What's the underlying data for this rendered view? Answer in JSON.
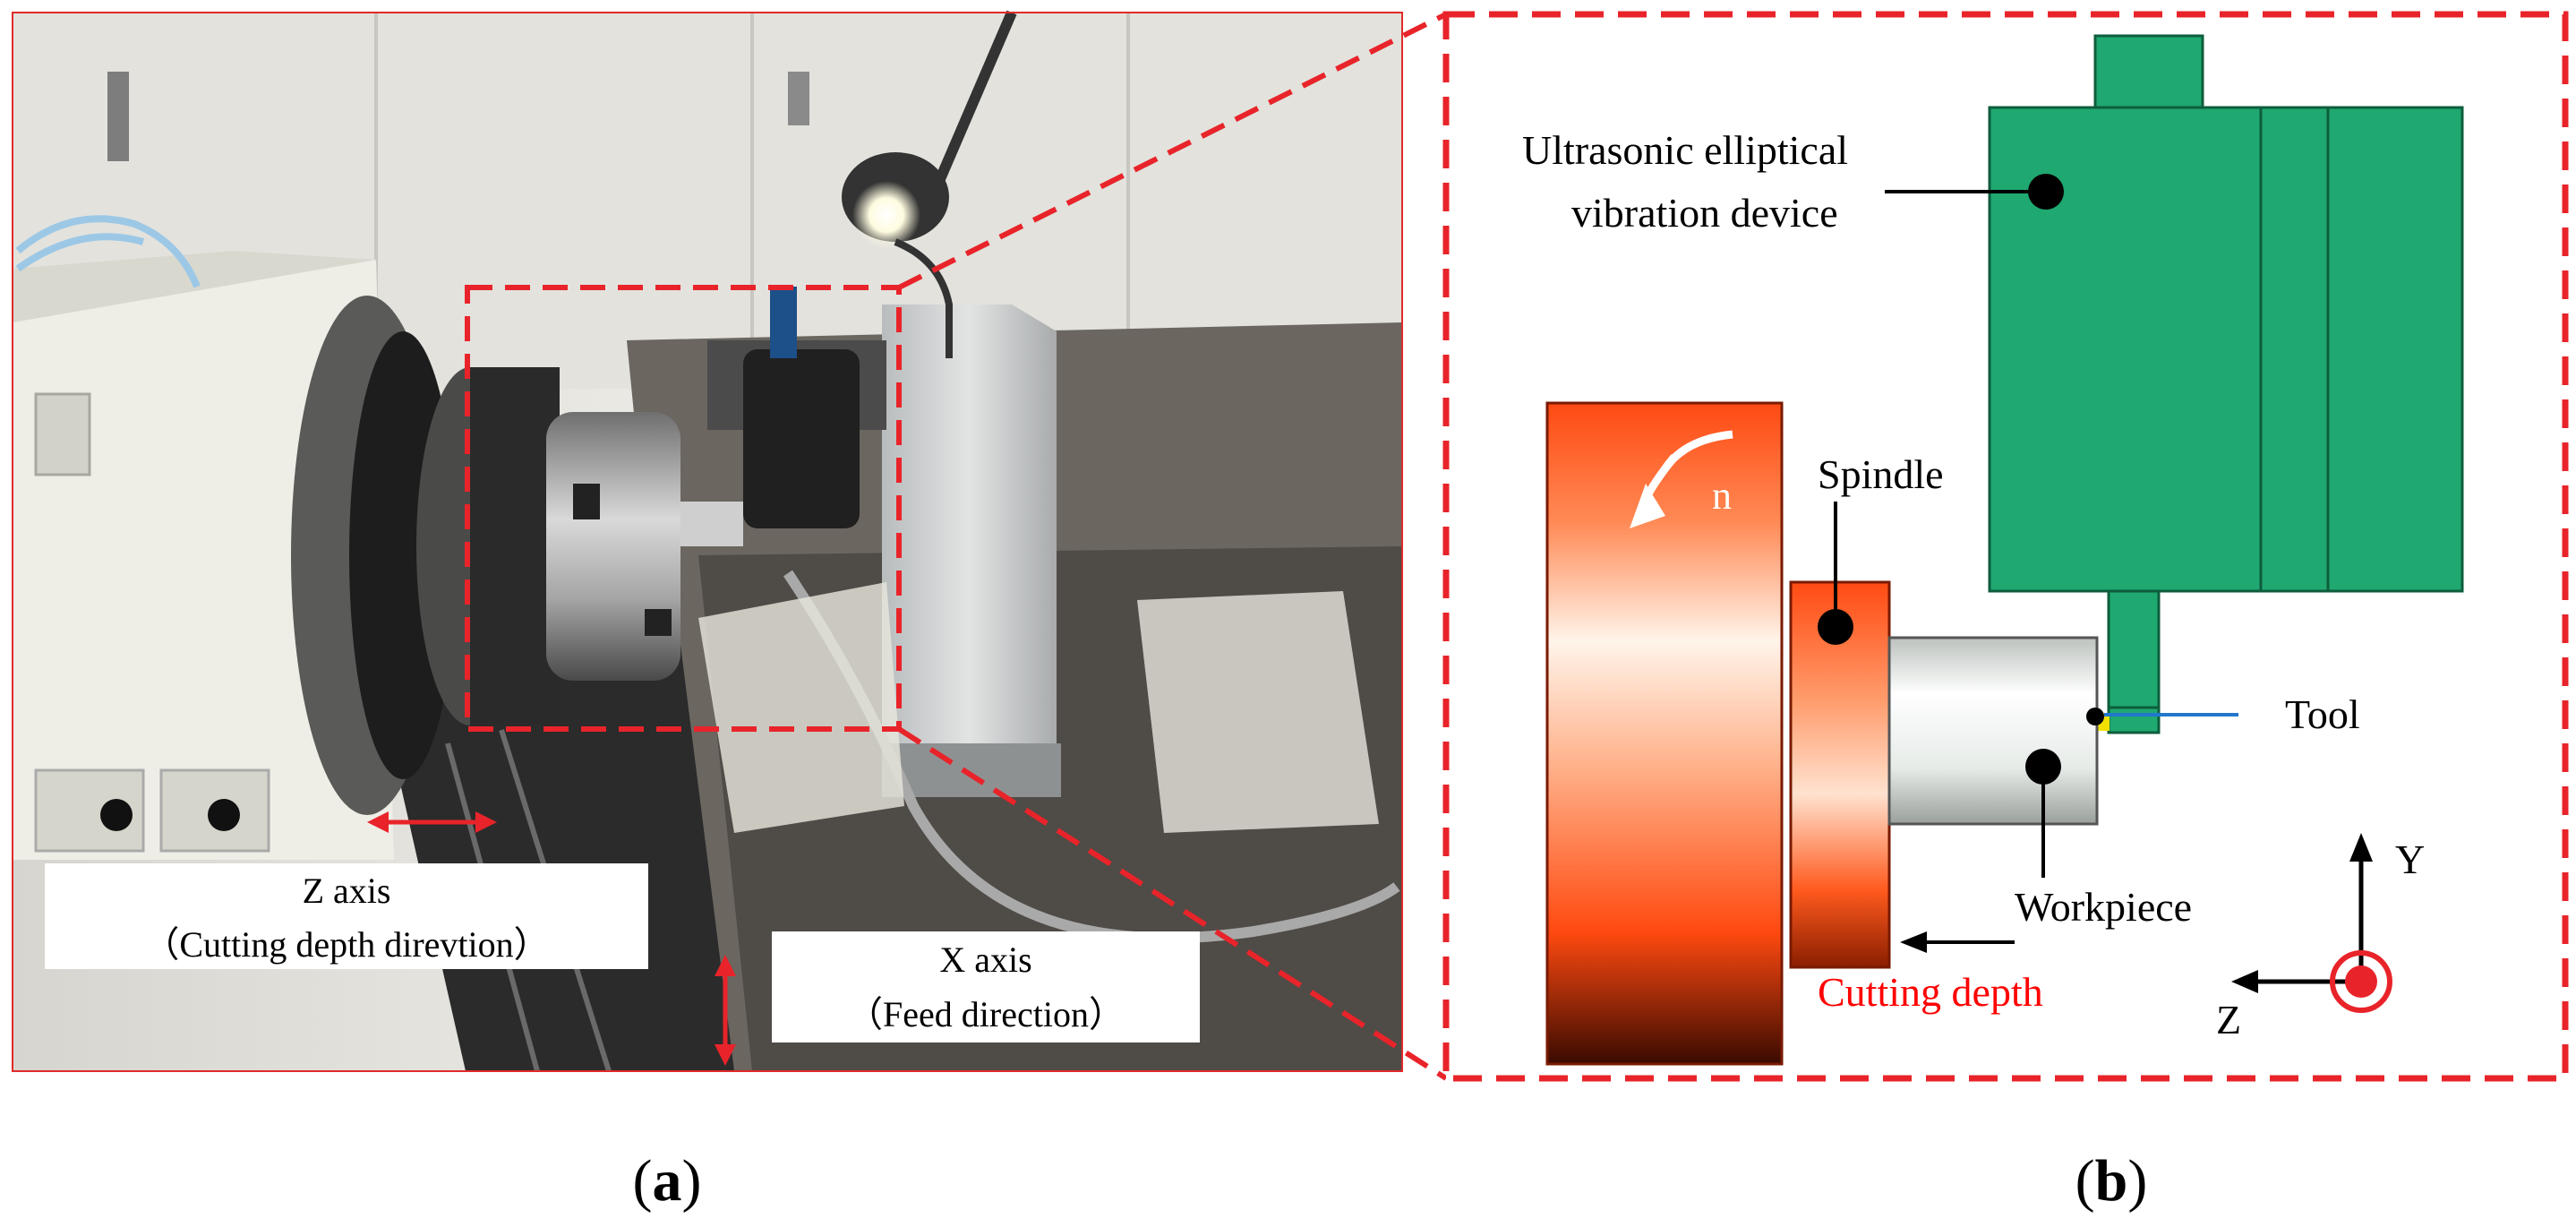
{
  "panel_a": {
    "caption_open": "(",
    "caption_letter": "a",
    "caption_close": ")",
    "z_axis": {
      "line1": "Z axis",
      "line2": "（Cutting depth direvtion）"
    },
    "x_axis": {
      "line1": "X axis",
      "line2": "（Feed direction）"
    }
  },
  "panel_b": {
    "caption_open": "(",
    "caption_letter": "b",
    "caption_close": ")",
    "device_label_line1": "Ultrasonic elliptical",
    "device_label_line2": "vibration device",
    "spindle_label": "Spindle",
    "rotation_label": "n",
    "tool_label": "Tool",
    "workpiece_label": "Workpiece",
    "cutting_depth_label": "Cutting depth",
    "axis_y": "Y",
    "axis_z": "Z"
  },
  "colors": {
    "frame_red": "#e8242a",
    "device_green": "#1fa870",
    "spindle_orange": "#ff5a1e",
    "tool_blue": "#2277cc",
    "label_red": "#ff0000"
  }
}
